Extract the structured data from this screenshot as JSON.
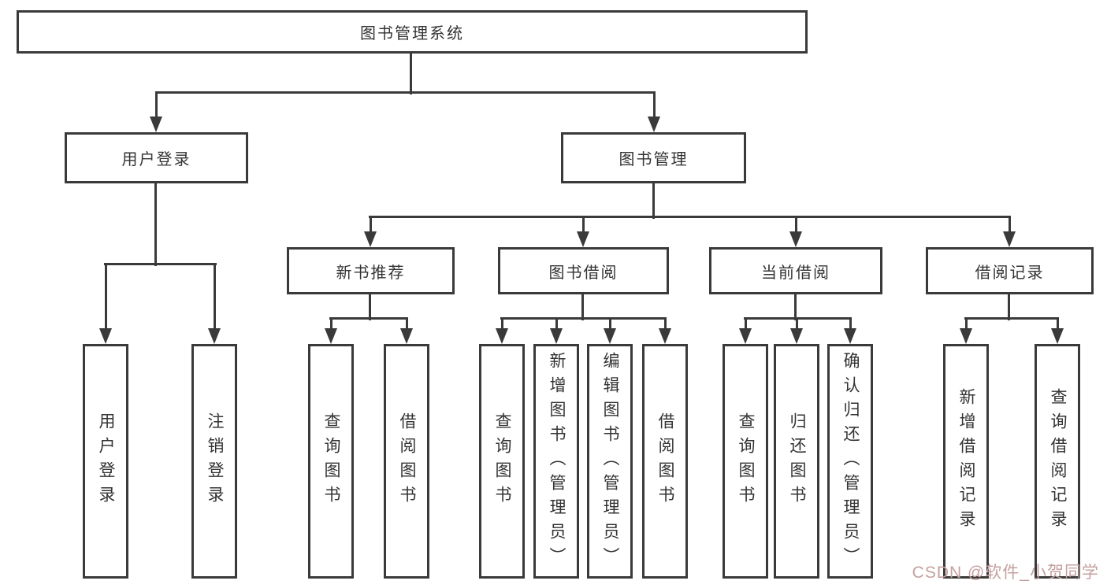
{
  "diagram": {
    "watermark": "CSDN @软件_小贺同学",
    "colors": {
      "line": "#3a3a3a",
      "box_border": "#3a3a3a",
      "box_fill": "#ffffff",
      "text": "#333333",
      "watermark": "#c4a0a0"
    },
    "tree": {
      "root": {
        "label": "图书管理系统"
      },
      "branches": [
        {
          "label": "用户登录",
          "children": [
            "用户登录",
            "注销登录"
          ]
        },
        {
          "label": "图书管理",
          "groups": [
            {
              "label": "新书推荐",
              "children": [
                "查询图书",
                "借阅图书"
              ]
            },
            {
              "label": "图书借阅",
              "children": [
                "查询图书",
                "新增图书（管理员）",
                "编辑图书（管理员）",
                "借阅图书"
              ]
            },
            {
              "label": "当前借阅",
              "children": [
                "查询图书",
                "归还图书",
                "确认归还（管理员）"
              ]
            },
            {
              "label": "借阅记录",
              "children": [
                "新增借阅记录",
                "查询借阅记录"
              ]
            }
          ]
        }
      ]
    }
  }
}
